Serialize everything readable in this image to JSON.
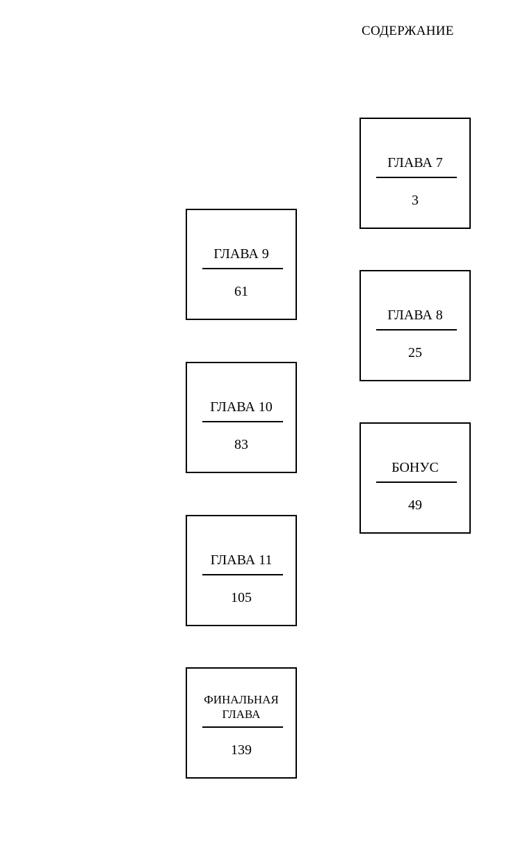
{
  "heading": "СОДЕРЖАНИЕ",
  "entries": [
    {
      "title": "ГЛАВА 7",
      "page": "3"
    },
    {
      "title": "ГЛАВА 8",
      "page": "25"
    },
    {
      "title": "БОНУС",
      "page": "49"
    },
    {
      "title": "ГЛАВА 9",
      "page": "61"
    },
    {
      "title": "ГЛАВА 10",
      "page": "83"
    },
    {
      "title": "ГЛАВА 11",
      "page": "105"
    },
    {
      "title_line1": "ФИНАЛЬНАЯ",
      "title_line2": "ГЛАВА",
      "page": "139"
    }
  ]
}
